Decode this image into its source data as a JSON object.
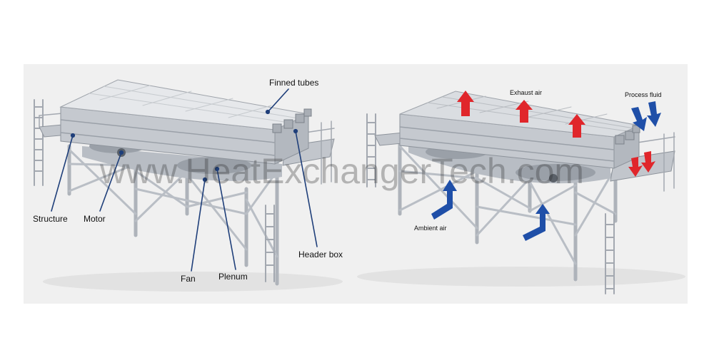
{
  "colors": {
    "panel": "#f0f0f0",
    "steel": "#c9cdd3",
    "steel_dark": "#8d939b",
    "leader": "#1f3f7a",
    "hot_arrow": "#e0262b",
    "cold_arrow": "#1f4fa8"
  },
  "left_diagram": {
    "labels": {
      "finned_tubes": "Finned tubes",
      "structure": "Structure",
      "motor": "Motor",
      "fan": "Fan",
      "plenum": "Plenum",
      "header_box": "Header box"
    }
  },
  "right_diagram": {
    "labels": {
      "exhaust_air": "Exhaust air",
      "process_fluid": "Process fluid",
      "ambient_air": "Ambient air"
    }
  },
  "watermark": "www.HeatExchangerTech.com"
}
